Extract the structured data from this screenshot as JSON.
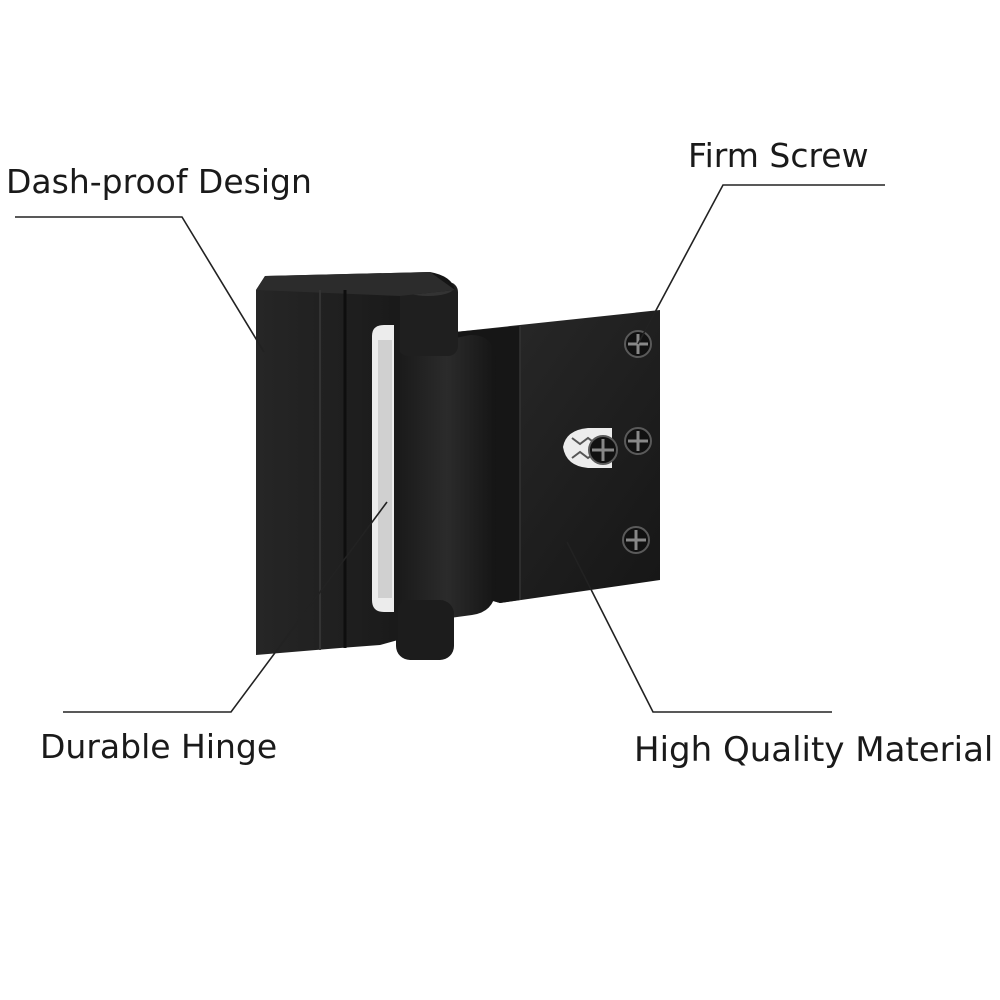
{
  "callouts": {
    "dash_proof": "Dash-proof Design",
    "firm_screw": "Firm Screw",
    "durable_hinge": "Durable Hinge",
    "high_quality": "High Quality Material"
  },
  "colors": {
    "background": "#ffffff",
    "product": "#1c1c1c",
    "text": "#1a1a1a",
    "leader_line": "#222222"
  }
}
